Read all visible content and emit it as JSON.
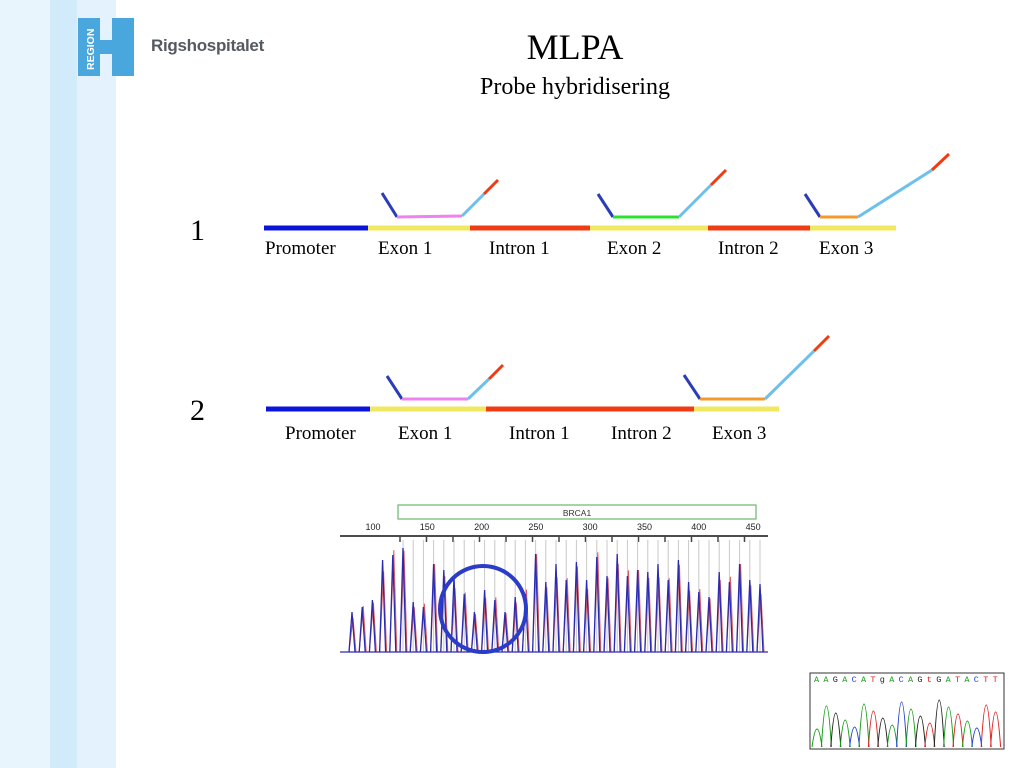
{
  "header": {
    "logo_badge_text": "REGION",
    "logo_text": "Rigshospitalet",
    "title": "MLPA",
    "subtitle": "Probe hybridisering"
  },
  "diagram1": {
    "number": "1",
    "labels": [
      "Promoter",
      "Exon 1",
      "Intron 1",
      "Exon 2",
      "Intron 2",
      "Exon 3"
    ]
  },
  "diagram2": {
    "number": "2",
    "labels": [
      "Promoter",
      "Exon 1",
      "Intron 1",
      "Intron 2",
      "Exon 3"
    ]
  },
  "electropherogram": {
    "gene_label": "BRCA1",
    "axis_ticks": [
      "100",
      "150",
      "200",
      "250",
      "300",
      "350",
      "400",
      "450"
    ]
  },
  "sequence": {
    "bases": "AAGACATgACAGtGATACTT"
  },
  "colors": {
    "promoter": "#0a14dc",
    "exon": "#f0e860",
    "intron": "#f03c14",
    "probe_left_arm": "#2a3cb8",
    "probe_right_arm": "#6ec0ec",
    "probe_tag": "#f03c14",
    "probe_exon1": "#ee82ee",
    "probe_exon2": "#2ee02e",
    "probe_exon3": "#f59a28",
    "highlight_circle": "#2a3cc8"
  }
}
